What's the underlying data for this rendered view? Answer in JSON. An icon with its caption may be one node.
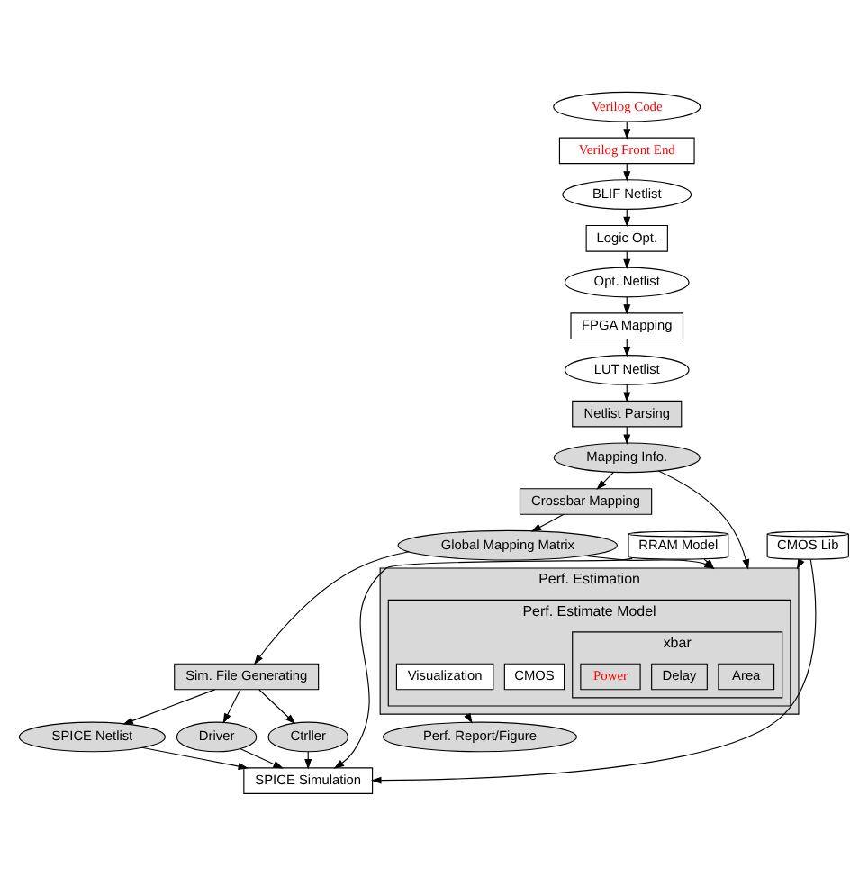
{
  "diagram": {
    "nodes": [
      {
        "text": [
          "Verilog Code"
        ]
      },
      {
        "text": [
          "Verilog Front End"
        ]
      },
      {
        "text": [
          "BLIF Netlist"
        ]
      },
      {
        "text": [
          "Logic Opt."
        ]
      },
      {
        "text": [
          "Opt. Netlist"
        ]
      },
      {
        "text": [
          "FPGA Mapping"
        ]
      },
      {
        "text": [
          "LUT Netlist"
        ]
      },
      {
        "text": [
          "Netlist Parsing"
        ]
      },
      {
        "text": [
          "Mapping Info."
        ]
      },
      {
        "text": [
          "Crossbar Mapping"
        ]
      },
      {
        "text": [
          "Global Mapping Matrix"
        ]
      },
      {
        "text": [
          "Sim. File Generating"
        ]
      },
      {
        "text": [
          "SPICE Netlist"
        ]
      },
      {
        "text": [
          "Driver"
        ]
      },
      {
        "text": [
          "Ctrller"
        ]
      },
      {
        "text": [
          "SPICE Simulation"
        ]
      },
      {
        "text": [
          "RRAM Model"
        ]
      },
      {
        "text": [
          "CMOS Lib"
        ]
      },
      {
        "text": [
          "Perf. Estimation"
        ]
      },
      {
        "text": [
          "Perf. Estimate Model"
        ],
        "in": 18
      },
      {
        "text": [
          "xbar"
        ],
        "in": 19
      },
      {
        "text": [
          "Area"
        ],
        "in": 20
      },
      {
        "text": [
          "Delay"
        ],
        "in": 20
      },
      {
        "text": [
          "Power"
        ],
        "in": 20
      },
      {
        "text": [
          "CMOS"
        ],
        "in": 19
      },
      {
        "text": [
          "Visualization"
        ],
        "in": 19
      },
      {
        "text": [
          "Perf. Report/Figure"
        ]
      }
    ],
    "edges": [
      {
        "from": 0,
        "to": 1,
        "arrow": "to"
      },
      {
        "from": 1,
        "to": 2,
        "arrow": "to"
      },
      {
        "from": 2,
        "to": 3,
        "arrow": "to"
      },
      {
        "from": 3,
        "to": 4,
        "arrow": "to"
      },
      {
        "from": 4,
        "to": 5,
        "arrow": "to"
      },
      {
        "from": 5,
        "to": 6,
        "arrow": "to"
      },
      {
        "from": 6,
        "to": 7,
        "arrow": "to"
      },
      {
        "from": 7,
        "to": 8,
        "arrow": "to"
      },
      {
        "from": 8,
        "to": 9,
        "arrow": "to"
      },
      {
        "from": 8,
        "to": 18,
        "arrow": "to"
      },
      {
        "from": 9,
        "to": 10,
        "arrow": "to"
      },
      {
        "from": 10,
        "to": 11,
        "arrow": "to"
      },
      {
        "from": 10,
        "to": 18,
        "arrow": "to"
      },
      {
        "from": 11,
        "to": 12,
        "arrow": "to"
      },
      {
        "from": 11,
        "to": 13,
        "arrow": "to"
      },
      {
        "from": 11,
        "to": 14,
        "arrow": "to"
      },
      {
        "from": 12,
        "to": 15,
        "arrow": "to"
      },
      {
        "from": 13,
        "to": 15,
        "arrow": "to"
      },
      {
        "from": 14,
        "to": 15,
        "arrow": "to"
      },
      {
        "from": 16,
        "to": 15,
        "arrow": "to"
      },
      {
        "from": 17,
        "to": 15,
        "arrow": "to"
      },
      {
        "from": 16,
        "to": 18,
        "arrow": "to"
      },
      {
        "from": 17,
        "to": 18,
        "arrow": "to"
      },
      {
        "from": 18,
        "to": 26,
        "arrow": "to"
      }
    ]
  }
}
